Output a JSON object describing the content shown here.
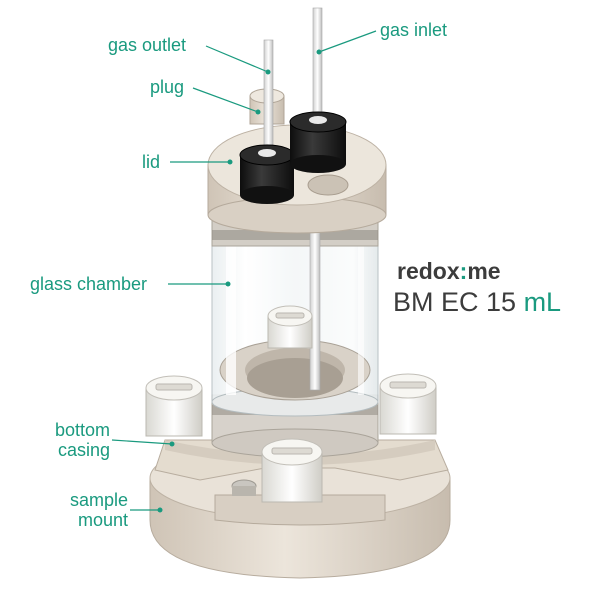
{
  "labels": {
    "gas_outlet": "gas outlet",
    "gas_inlet": "gas inlet",
    "plug": "plug",
    "lid": "lid",
    "glass_chamber": "glass chamber",
    "bottom_casing_line1": "bottom",
    "bottom_casing_line2": "casing",
    "sample_mount_line1": "sample",
    "sample_mount_line2": "mount"
  },
  "brand": {
    "part1": "redox",
    "dot": ":",
    "part2": "me",
    "model": "BM EC 15",
    "unit": "mL"
  },
  "colors": {
    "accent": "#1a9a7f",
    "text_dark": "#3c3c3c",
    "cap_black": "#1c1c1c",
    "body_beige": "#e6ddd2",
    "knob_white": "#f2f1ed"
  }
}
